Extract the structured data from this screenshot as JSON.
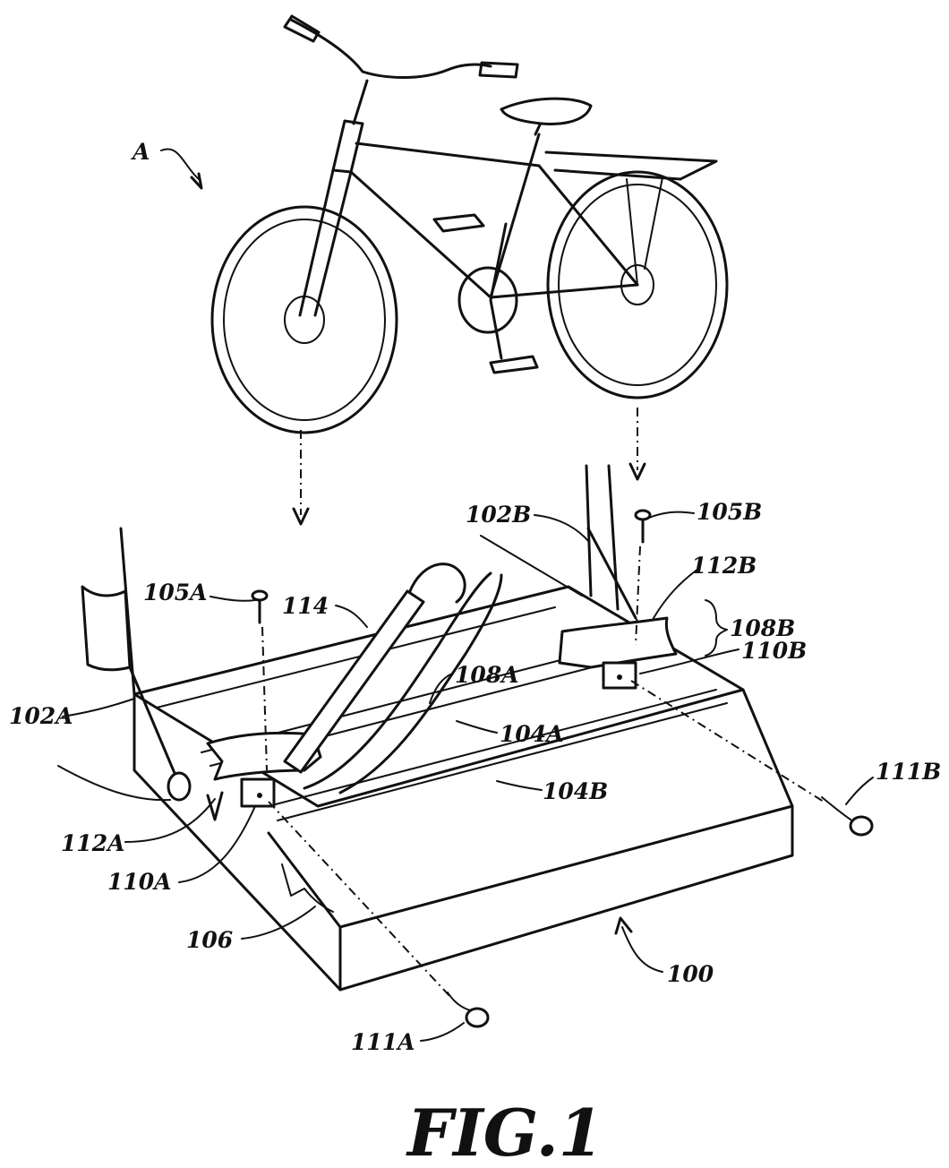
{
  "figure_caption": "FIG.1",
  "labels": {
    "A": "A",
    "l100": "100",
    "l102A": "102A",
    "l102B": "102B",
    "l104A": "104A",
    "l104B": "104B",
    "l105A": "105A",
    "l105B": "105B",
    "l106": "106",
    "l108A": "108A",
    "l108B": "108B",
    "l110A": "110A",
    "l110B": "110B",
    "l111A": "111A",
    "l111B": "111B",
    "l112A": "112A",
    "l112B": "112B",
    "l114": "114"
  }
}
